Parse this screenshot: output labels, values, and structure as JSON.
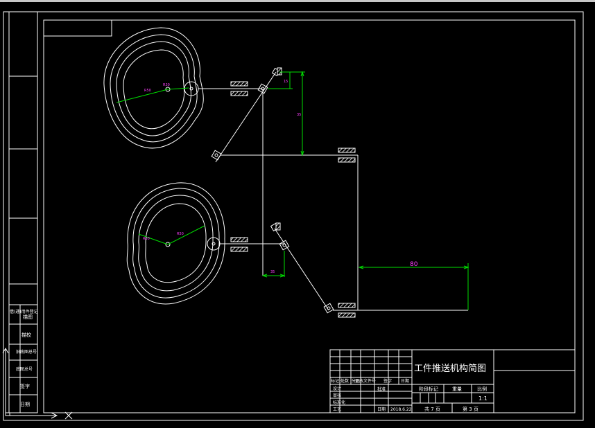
{
  "drawing": {
    "title": "工件推送机构简图",
    "dims": {
      "upper_vertical_small": "15",
      "upper_vertical_long": "35",
      "lower_horizontal_small": "35",
      "stroke_80": "80",
      "cam1_r_outer": "R50",
      "cam1_r_inner": "R30",
      "cam2_r_outer": "R50",
      "cam2_r_inner": "R30"
    }
  },
  "left_strip": {
    "cells": [
      "借(通)用件登记",
      "描图",
      "描校",
      "旧底图总号",
      "底图总号",
      "签字",
      "日期"
    ]
  },
  "title_block": {
    "left_headers": [
      "标记",
      "处数",
      "分区",
      "更改文件号",
      "签字",
      "日期"
    ],
    "left_rows": [
      "设计",
      "审核",
      "标准化",
      "工艺"
    ],
    "approval": "批准",
    "date_label": "日期",
    "date_value": "2018.6.22",
    "stage_label": "阶段标记",
    "weight_label": "重量",
    "scale_label": "比例",
    "scale_value": "1:1",
    "sheets": "共 7 页",
    "sheet_no": "第 3 页"
  },
  "colors": {
    "background": "#000000",
    "lines": "#ffffff",
    "dimensions": "#00e000",
    "dim_text": "#ff40ff"
  }
}
